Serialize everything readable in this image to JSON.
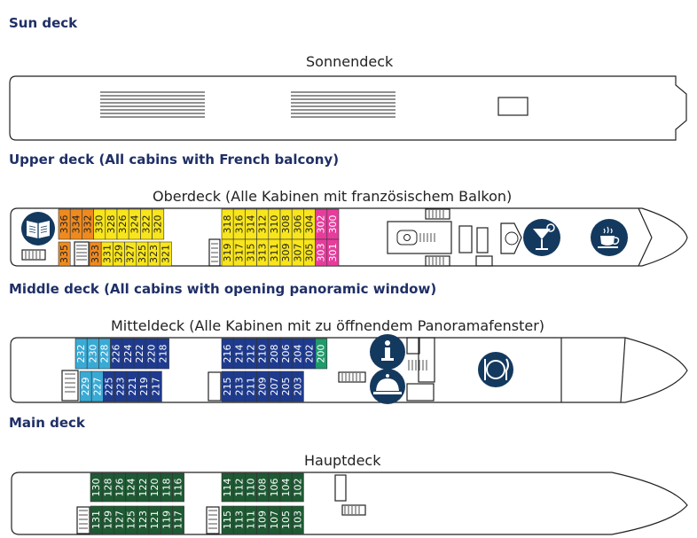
{
  "sun": {
    "title": "Sun deck",
    "label": "Sonnendeck"
  },
  "upper": {
    "title": "Upper deck (All cabins with French balcony)",
    "label": "Oberdeck (Alle Kabinen mit französischem Balkon)",
    "cabins": [
      {
        "n": "336",
        "type": "orange"
      },
      {
        "n": "334",
        "type": "orange"
      },
      {
        "n": "332",
        "type": "orange"
      },
      {
        "n": "330",
        "type": "yellow"
      },
      {
        "n": "328",
        "type": "yellow"
      },
      {
        "n": "326",
        "type": "yellow"
      },
      {
        "n": "324",
        "type": "yellow"
      },
      {
        "n": "322",
        "type": "yellow"
      },
      {
        "n": "320",
        "type": "yellow"
      },
      {
        "n": "335",
        "type": "orange"
      },
      {
        "n": "333",
        "type": "orange"
      },
      {
        "n": "331",
        "type": "yellow"
      },
      {
        "n": "329",
        "type": "yellow"
      },
      {
        "n": "327",
        "type": "yellow"
      },
      {
        "n": "325",
        "type": "yellow"
      },
      {
        "n": "323",
        "type": "yellow"
      },
      {
        "n": "321",
        "type": "yellow"
      },
      {
        "n": "318",
        "type": "yellow"
      },
      {
        "n": "316",
        "type": "yellow"
      },
      {
        "n": "314",
        "type": "yellow"
      },
      {
        "n": "312",
        "type": "yellow"
      },
      {
        "n": "310",
        "type": "yellow"
      },
      {
        "n": "308",
        "type": "yellow"
      },
      {
        "n": "306",
        "type": "yellow"
      },
      {
        "n": "304",
        "type": "yellow"
      },
      {
        "n": "302",
        "type": "pink"
      },
      {
        "n": "300",
        "type": "pink"
      },
      {
        "n": "319",
        "type": "yellow"
      },
      {
        "n": "317",
        "type": "yellow"
      },
      {
        "n": "315",
        "type": "yellow"
      },
      {
        "n": "313",
        "type": "yellow"
      },
      {
        "n": "311",
        "type": "yellow"
      },
      {
        "n": "309",
        "type": "yellow"
      },
      {
        "n": "307",
        "type": "yellow"
      },
      {
        "n": "305",
        "type": "yellow"
      },
      {
        "n": "303",
        "type": "pink"
      },
      {
        "n": "301",
        "type": "pink"
      }
    ]
  },
  "middle": {
    "title": "Middle deck (All cabins with opening panoramic window)",
    "label": "Mitteldeck (Alle Kabinen mit zu öffnendem Panoramafenster)",
    "cabins": [
      {
        "n": "232",
        "type": "cyan"
      },
      {
        "n": "230",
        "type": "cyan"
      },
      {
        "n": "228",
        "type": "cyan"
      },
      {
        "n": "226",
        "type": "navy"
      },
      {
        "n": "224",
        "type": "navy"
      },
      {
        "n": "222",
        "type": "navy"
      },
      {
        "n": "220",
        "type": "navy"
      },
      {
        "n": "218",
        "type": "navy"
      },
      {
        "n": "229",
        "type": "cyan"
      },
      {
        "n": "227",
        "type": "cyan"
      },
      {
        "n": "225",
        "type": "navy"
      },
      {
        "n": "223",
        "type": "navy"
      },
      {
        "n": "221",
        "type": "navy"
      },
      {
        "n": "219",
        "type": "navy"
      },
      {
        "n": "217",
        "type": "navy"
      },
      {
        "n": "216",
        "type": "navy"
      },
      {
        "n": "214",
        "type": "navy"
      },
      {
        "n": "212",
        "type": "navy"
      },
      {
        "n": "210",
        "type": "navy"
      },
      {
        "n": "208",
        "type": "navy"
      },
      {
        "n": "206",
        "type": "navy"
      },
      {
        "n": "204",
        "type": "navy"
      },
      {
        "n": "202",
        "type": "navy"
      },
      {
        "n": "200",
        "type": "green"
      },
      {
        "n": "215",
        "type": "navy"
      },
      {
        "n": "213",
        "type": "navy"
      },
      {
        "n": "211",
        "type": "navy"
      },
      {
        "n": "209",
        "type": "navy"
      },
      {
        "n": "207",
        "type": "navy"
      },
      {
        "n": "205",
        "type": "navy"
      },
      {
        "n": "203",
        "type": "navy"
      }
    ]
  },
  "main": {
    "title": "Main deck",
    "label": "Hauptdeck",
    "cabins": [
      {
        "n": "130",
        "type": "dkgreen"
      },
      {
        "n": "128",
        "type": "dkgreen"
      },
      {
        "n": "126",
        "type": "dkgreen"
      },
      {
        "n": "124",
        "type": "dkgreen"
      },
      {
        "n": "122",
        "type": "dkgreen"
      },
      {
        "n": "120",
        "type": "dkgreen"
      },
      {
        "n": "118",
        "type": "dkgreen"
      },
      {
        "n": "116",
        "type": "dkgreen"
      },
      {
        "n": "131",
        "type": "dkgreen"
      },
      {
        "n": "129",
        "type": "dkgreen"
      },
      {
        "n": "127",
        "type": "dkgreen"
      },
      {
        "n": "125",
        "type": "dkgreen"
      },
      {
        "n": "123",
        "type": "dkgreen"
      },
      {
        "n": "121",
        "type": "dkgreen"
      },
      {
        "n": "119",
        "type": "dkgreen"
      },
      {
        "n": "117",
        "type": "dkgreen"
      },
      {
        "n": "114",
        "type": "dkgreen"
      },
      {
        "n": "112",
        "type": "dkgreen"
      },
      {
        "n": "110",
        "type": "dkgreen"
      },
      {
        "n": "108",
        "type": "dkgreen"
      },
      {
        "n": "106",
        "type": "dkgreen"
      },
      {
        "n": "104",
        "type": "dkgreen"
      },
      {
        "n": "102",
        "type": "dkgreen"
      },
      {
        "n": "115",
        "type": "dkgreen"
      },
      {
        "n": "113",
        "type": "dkgreen"
      },
      {
        "n": "111",
        "type": "dkgreen"
      },
      {
        "n": "109",
        "type": "dkgreen"
      },
      {
        "n": "107",
        "type": "dkgreen"
      },
      {
        "n": "105",
        "type": "dkgreen"
      },
      {
        "n": "103",
        "type": "dkgreen"
      }
    ]
  },
  "colors": {
    "orange": "#ef8a1f",
    "yellow": "#f8e51c",
    "pink": "#e63c9c",
    "cyan": "#3aaad5",
    "navy": "#1f3b8f",
    "green": "#1e9a6b",
    "dkgreen": "#1e5a33",
    "icon": "#14395e",
    "title": "#1f2f66"
  },
  "icons": [
    "library-icon",
    "bar-cocktail-icon",
    "cafe-cup-icon",
    "info-icon",
    "reception-bell-icon",
    "restaurant-icon"
  ]
}
